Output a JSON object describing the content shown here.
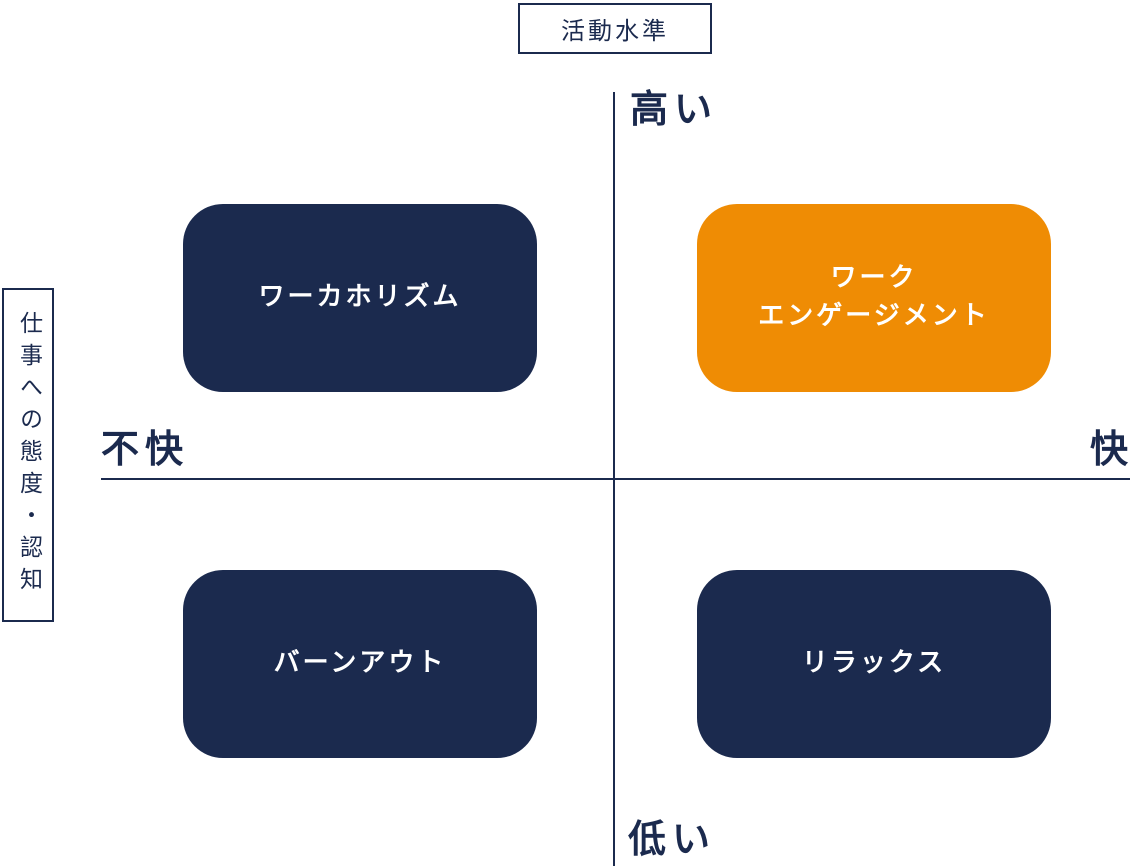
{
  "axes": {
    "vertical_title": "活動水準",
    "horizontal_title": "仕事への態度・認知",
    "vertical_high": "高い",
    "vertical_low": "低い",
    "horizontal_left": "不快",
    "horizontal_right": "快"
  },
  "quadrants": {
    "top_left": {
      "line1": "ワーカホリズム",
      "line2": ""
    },
    "top_right": {
      "line1": "ワーク",
      "line2": "エンゲージメント"
    },
    "bottom_left": {
      "line1": "バーンアウト",
      "line2": ""
    },
    "bottom_right": {
      "line1": "リラックス",
      "line2": ""
    }
  },
  "colors": {
    "navy": "#1b2a4e",
    "highlight": "#ef8c04",
    "text_on_box": "#ffffff"
  }
}
